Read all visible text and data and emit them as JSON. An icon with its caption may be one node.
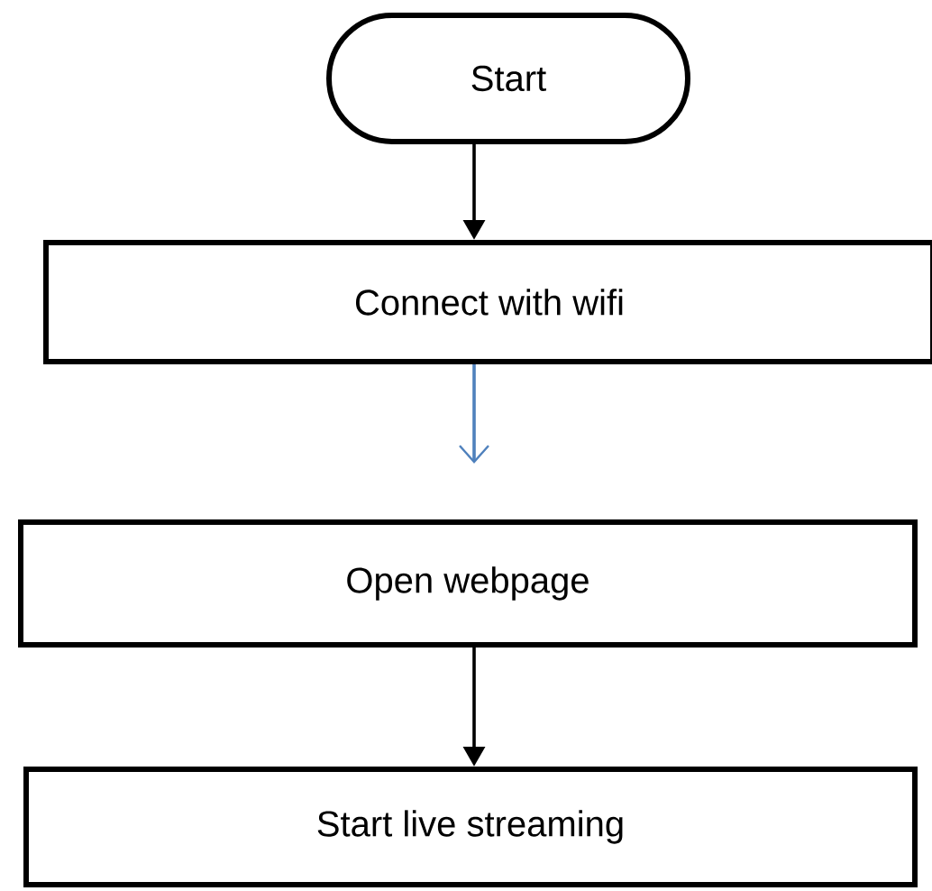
{
  "diagram": {
    "nodes": [
      {
        "text": [
          "Start"
        ]
      },
      {
        "text": [
          "Connect with wifi"
        ]
      },
      {
        "text": [
          "Open webpage"
        ]
      },
      {
        "text": [
          "Start live streaming"
        ]
      }
    ],
    "edges": [
      {
        "from": 0,
        "to": 1,
        "arrow": "to"
      },
      {
        "from": 1,
        "to": 2,
        "arrow": "to",
        "color": "#4f81bd"
      },
      {
        "from": 2,
        "to": 3,
        "arrow": "to"
      }
    ]
  }
}
